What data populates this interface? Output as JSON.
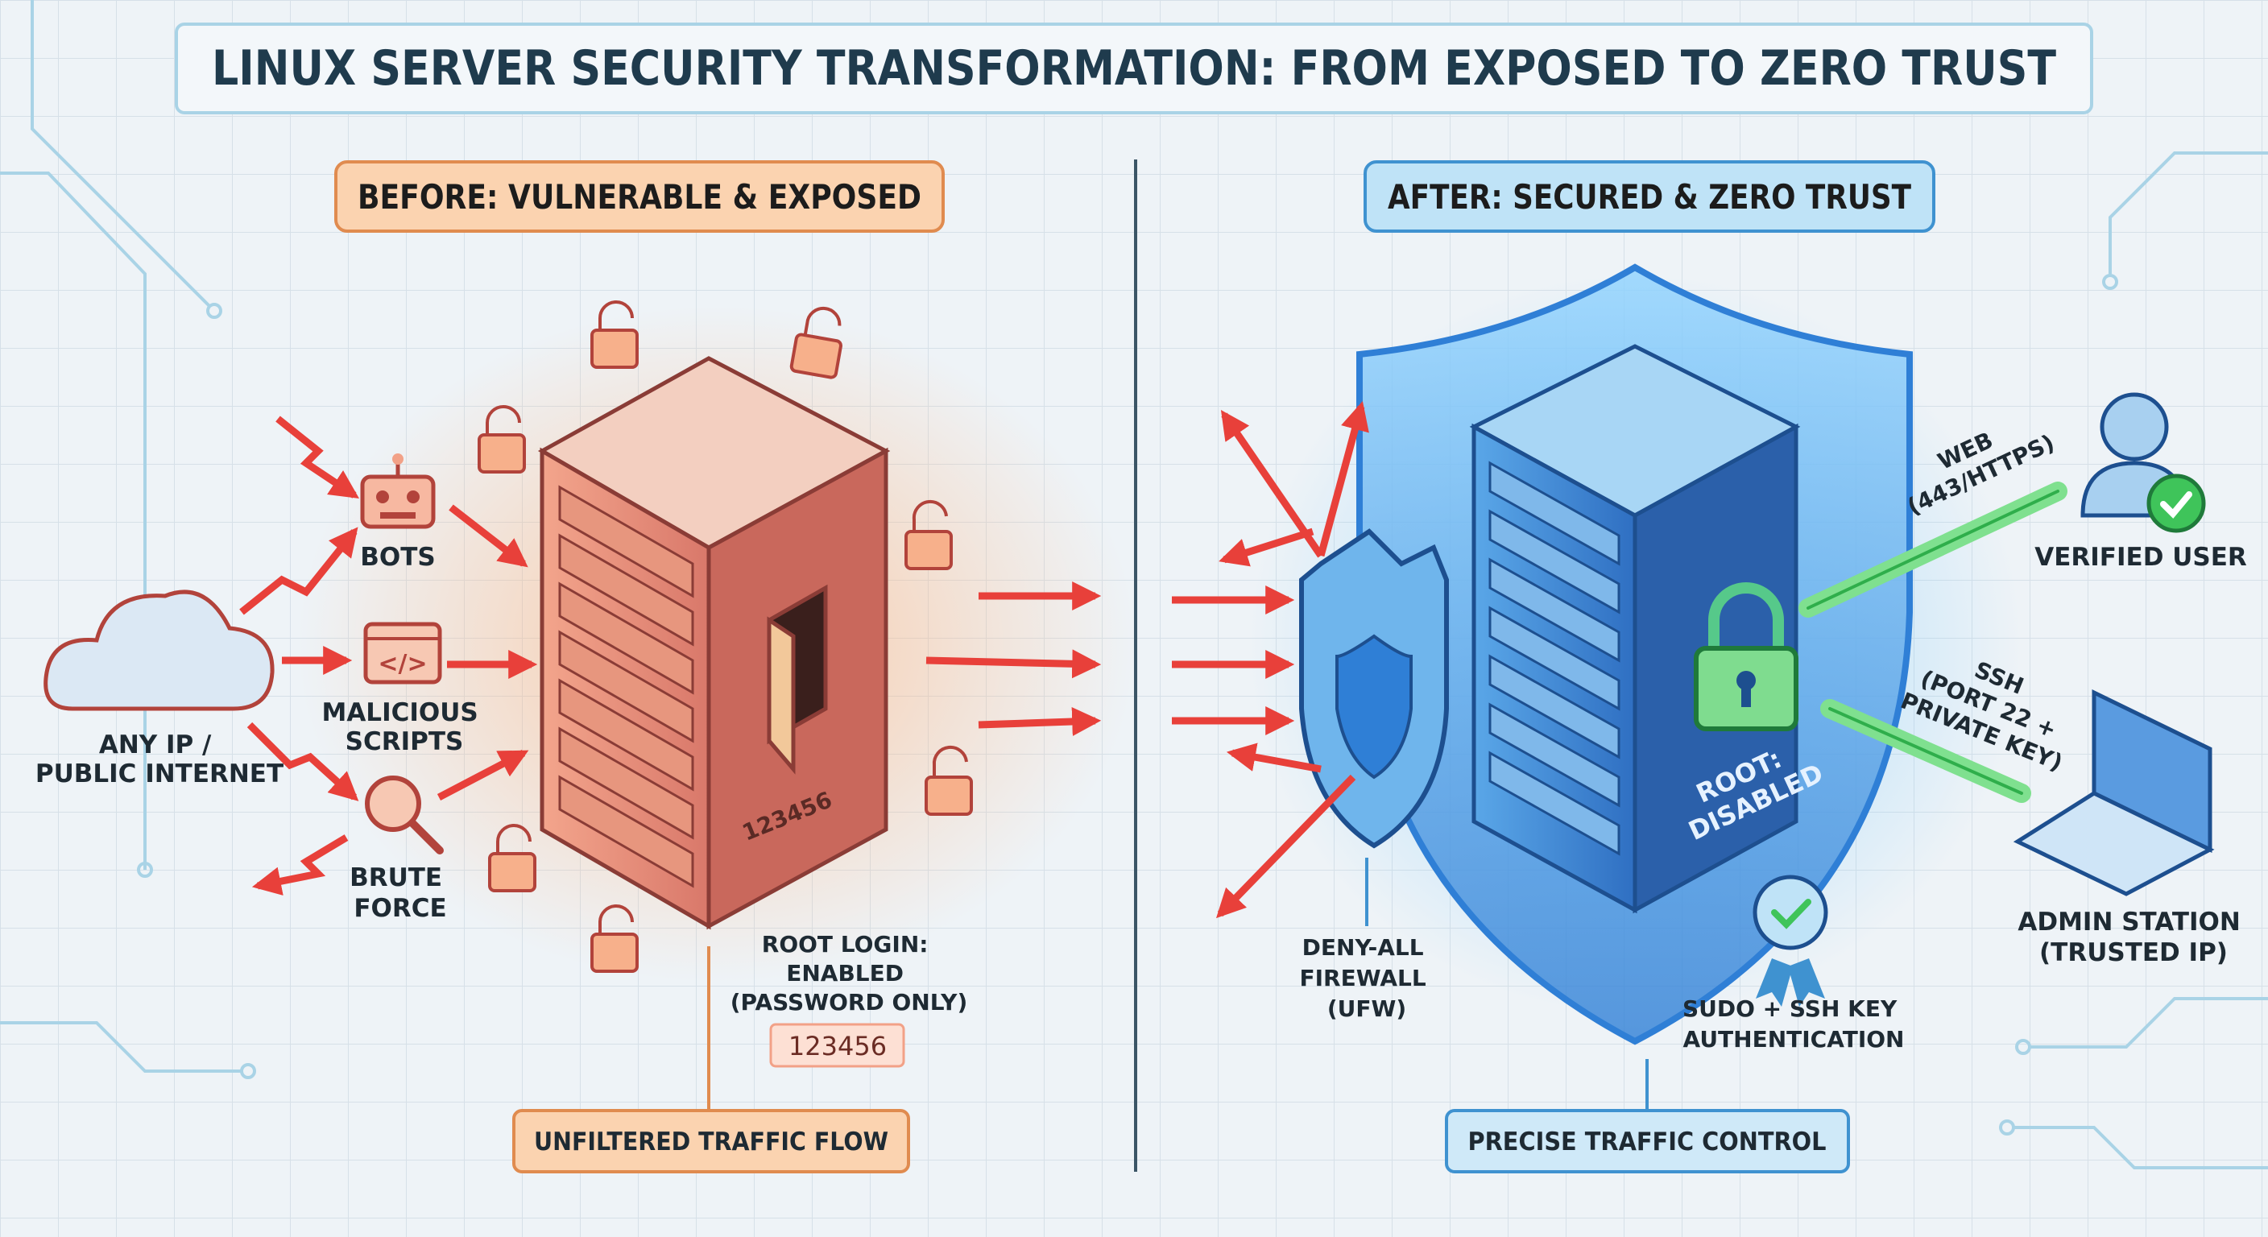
{
  "title": "LINUX SERVER SECURITY TRANSFORMATION: FROM EXPOSED TO ZERO TRUST",
  "before": {
    "badge": "BEFORE: VULNERABLE & EXPOSED",
    "source": [
      "ANY IP /",
      "PUBLIC INTERNET"
    ],
    "threats": {
      "bots": "BOTS",
      "scripts": [
        "MALICIOUS",
        "SCRIPTS"
      ],
      "brute": [
        "BRUTE",
        "FORCE"
      ]
    },
    "root_login": [
      "ROOT LOGIN:",
      "ENABLED",
      "(PASSWORD ONLY)"
    ],
    "password": "123456",
    "door_password": "123456",
    "footer": "UNFILTERED TRAFFIC FLOW"
  },
  "after": {
    "badge": "AFTER: SECURED & ZERO TRUST",
    "firewall": [
      "DENY-ALL",
      "FIREWALL",
      "(UFW)"
    ],
    "root": [
      "ROOT:",
      "DISABLED"
    ],
    "auth": [
      "SUDO + SSH KEY",
      "AUTHENTICATION"
    ],
    "web": [
      "WEB",
      "(443/HTTPS)"
    ],
    "ssh": [
      "SSH",
      "(PORT 22 +",
      "PRIVATE KEY)"
    ],
    "verified_user": "VERIFIED USER",
    "admin": [
      "ADMIN STATION",
      "(TRUSTED IP)"
    ],
    "footer": "PRECISE TRAFFIC CONTROL"
  },
  "colors": {
    "danger": "#e8403a",
    "before_accent": "#e08b4f",
    "after_accent": "#3f92d0",
    "secure": "#3fc45a"
  }
}
